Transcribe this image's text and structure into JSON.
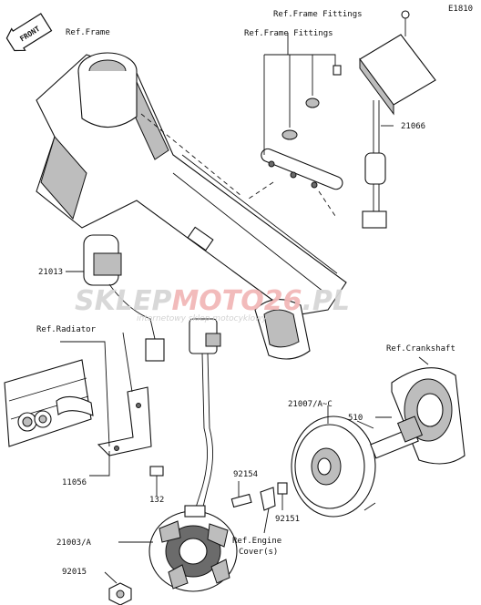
{
  "diagram_id": "E1810",
  "front_badge": "FRONT",
  "labels": {
    "ref_frame": "Ref.Frame",
    "ref_frame_fittings_top": "Ref.Frame Fittings",
    "ref_frame_fittings": "Ref.Frame Fittings",
    "p21066": "21066",
    "p21013": "21013",
    "ref_radiator": "Ref.Radiator",
    "ref_crankshaft": "Ref.Crankshaft",
    "p21007": "21007/A~C",
    "p510": "510",
    "p11056": "11056",
    "p132": "132",
    "p92154": "92154",
    "p92151": "92151",
    "ref_engine_cover_1": "Ref.Engine",
    "ref_engine_cover_2": "Cover(s)",
    "p21003": "21003/A",
    "p92015": "92015"
  },
  "watermark": {
    "part1": "SKLEP",
    "part2": "MOTO",
    "part3": "26",
    "part4": ".PL",
    "tagline": "internetowy sklep motocyklowy",
    "color_grey": "#d6d6d6",
    "color_red": "#f2b8b8"
  }
}
